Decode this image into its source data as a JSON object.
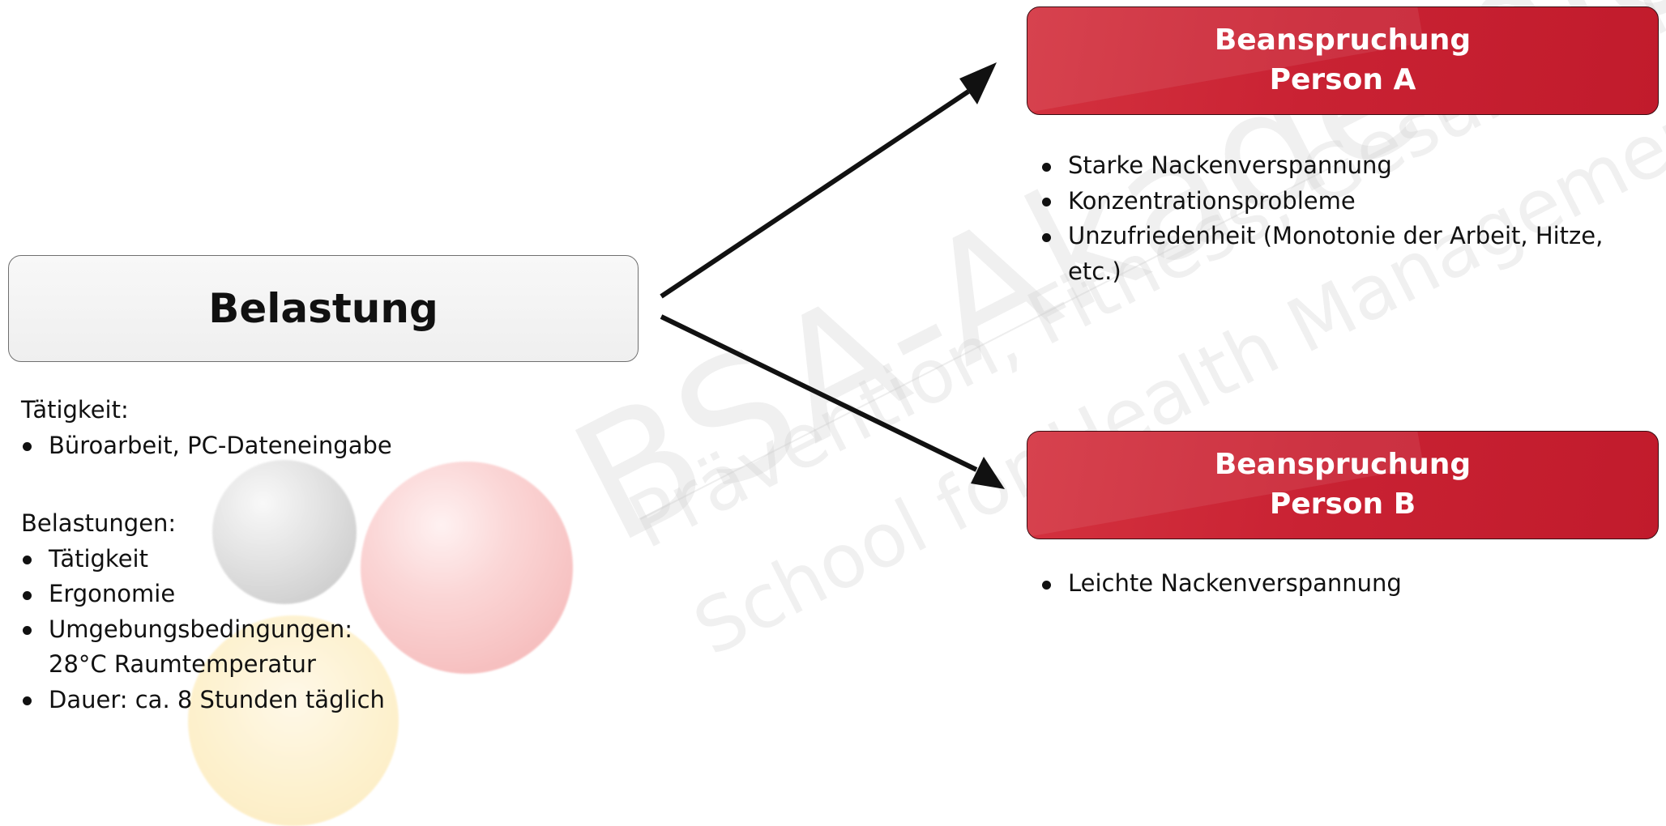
{
  "watermark": {
    "brand": "BSA-Akademie",
    "line1": "Prävention, Fitness, Gesundheit",
    "line2": "School for Health Management"
  },
  "left": {
    "box_title": "Belastung",
    "activity_heading": "Tätigkeit:",
    "activity_items": [
      "Büroarbeit, PC-Dateneingabe"
    ],
    "loads_heading": "Belastungen:",
    "loads_items": [
      "Tätigkeit",
      "Ergonomie",
      "Umgebungsbedingungen:",
      "Dauer: ca. 8 Stunden täglich"
    ],
    "loads_item3_line2": "28°C Raumtemperatur"
  },
  "person_a": {
    "title_line1": "Beanspruchung",
    "title_line2": "Person A",
    "items": [
      "Starke Nackenverspannung",
      "Konzentrationsprobleme",
      "Unzufriedenheit (Monotonie der Arbeit, Hitze,"
    ],
    "item3_line2": "etc.)"
  },
  "person_b": {
    "title_line1": "Beanspruchung",
    "title_line2": "Person B",
    "items": [
      "Leichte Nackenverspannung"
    ]
  },
  "colors": {
    "accent_red": "#c8202f",
    "box_border": "#6f6f6f",
    "arrow": "#111111"
  }
}
